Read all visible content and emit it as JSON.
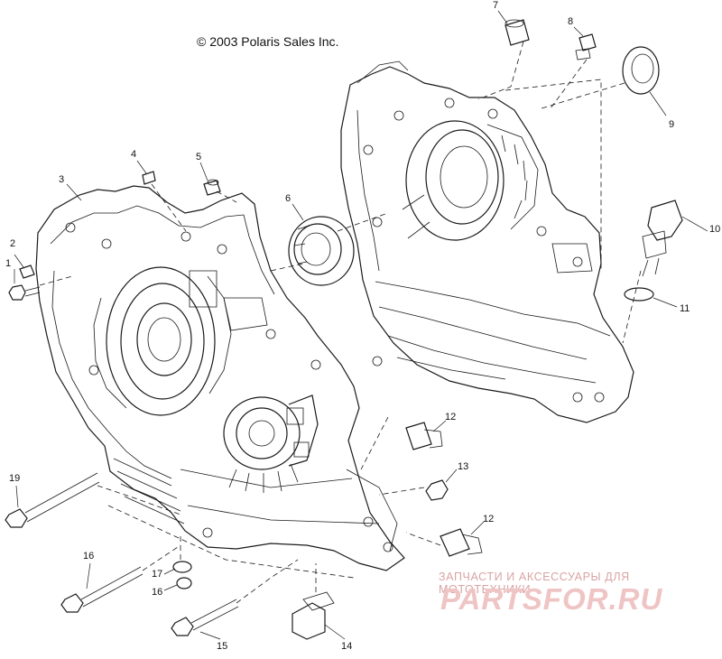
{
  "copyright": "© 2003 Polaris Sales Inc.",
  "callouts": [
    {
      "id": "1",
      "text": "1"
    },
    {
      "id": "2",
      "text": "2"
    },
    {
      "id": "3",
      "text": "3"
    },
    {
      "id": "4",
      "text": "4"
    },
    {
      "id": "5",
      "text": "5"
    },
    {
      "id": "6",
      "text": "6"
    },
    {
      "id": "7",
      "text": "7"
    },
    {
      "id": "8",
      "text": "8"
    },
    {
      "id": "9",
      "text": "9"
    },
    {
      "id": "10",
      "text": "10"
    },
    {
      "id": "11",
      "text": "11"
    },
    {
      "id": "12a",
      "text": "12"
    },
    {
      "id": "12b",
      "text": "12"
    },
    {
      "id": "13",
      "text": "13"
    },
    {
      "id": "14",
      "text": "14"
    },
    {
      "id": "15",
      "text": "15"
    },
    {
      "id": "16a",
      "text": "16"
    },
    {
      "id": "16b",
      "text": "16"
    },
    {
      "id": "17",
      "text": "17"
    },
    {
      "id": "19",
      "text": "19"
    }
  ],
  "watermark": {
    "tagline": "ЗАПЧАСТИ И АКСЕССУАРЫ ДЛЯ МОТОТЕХНИКИ",
    "logo": "PARTSFOR.RU",
    "color": "#e8b4b4"
  }
}
